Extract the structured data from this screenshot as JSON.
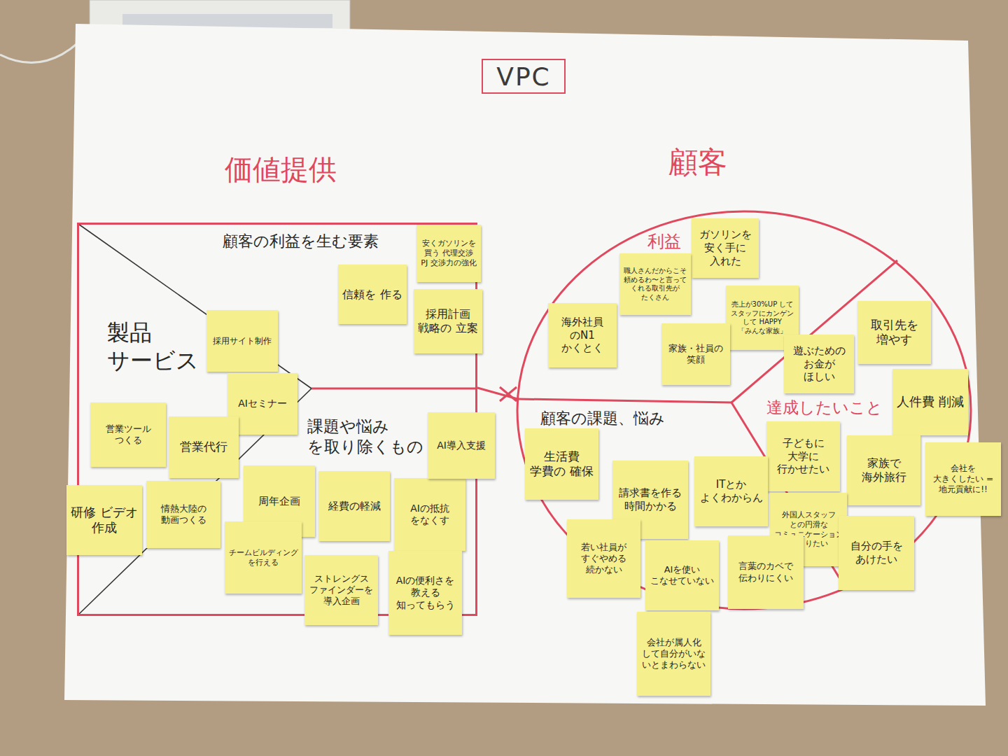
{
  "diagram": {
    "title": "VPC",
    "nodes": [
      {
        "text": [
          "価値提供"
        ]
      },
      {
        "text": [
          "顧客の利益を生む要素"
        ],
        "in": 0
      },
      {
        "text": [
          "製品 サービス"
        ],
        "in": 0
      },
      {
        "text": [
          "課題や悩み を取り除くもの"
        ],
        "in": 0
      },
      {
        "text": [
          "安くガソリンを 買う 代理交渉 PJ 交渉力の強化"
        ],
        "in": 1
      },
      {
        "text": [
          "信頼を 作る"
        ],
        "in": 1
      },
      {
        "text": [
          "採用計画 戦略の 立案"
        ],
        "in": 1
      },
      {
        "text": [
          "採用サイト制作"
        ],
        "in": 2
      },
      {
        "text": [
          "AIセミナー"
        ],
        "in": 2
      },
      {
        "text": [
          "営業ツール つくる"
        ],
        "in": 2
      },
      {
        "text": [
          "営業代行"
        ],
        "in": 2
      },
      {
        "text": [
          "研修 ビデオ 作成"
        ],
        "in": 2
      },
      {
        "text": [
          "情熱大陸の 動画つくる"
        ],
        "in": 2
      },
      {
        "text": [
          "周年企画"
        ],
        "in": 3
      },
      {
        "text": [
          "経費の軽減"
        ],
        "in": 3
      },
      {
        "text": [
          "AIの抵抗 をなくす"
        ],
        "in": 3
      },
      {
        "text": [
          "AI導入支援"
        ],
        "in": 3
      },
      {
        "text": [
          "チームビルディング を行える"
        ],
        "in": 3
      },
      {
        "text": [
          "ストレングス ファインダーを 導入企画"
        ],
        "in": 3
      },
      {
        "text": [
          "AIの便利さを 教える 知ってもらう"
        ],
        "in": 3
      },
      {
        "text": [
          "顧客"
        ]
      },
      {
        "text": [
          "利益"
        ],
        "in": 20
      },
      {
        "text": [
          "達成したいこと"
        ],
        "in": 20
      },
      {
        "text": [
          "顧客の課題、悩み"
        ],
        "in": 20
      },
      {
        "text": [
          "ガソリンを 安く手に 入れた"
        ],
        "in": 21
      },
      {
        "text": [
          "職人さんだからこそ 頼めるわ〜と言って くれる取引先が たくさん"
        ],
        "in": 21
      },
      {
        "text": [
          "海外社員 のN1 かくとく"
        ],
        "in": 21
      },
      {
        "text": [
          "売上が30%UP して スタッフにカンゲン して HAPPY 「みんな家族」"
        ],
        "in": 21
      },
      {
        "text": [
          "家族・社員の 笑顔"
        ],
        "in": 21
      },
      {
        "text": [
          "取引先を 増やす"
        ],
        "in": 22
      },
      {
        "text": [
          "遊ぶための お金が ほしい"
        ],
        "in": 22
      },
      {
        "text": [
          "人件費 削減"
        ],
        "in": 22
      },
      {
        "text": [
          "子どもに 大学に 行かせたい"
        ],
        "in": 22
      },
      {
        "text": [
          "家族で 海外旅行"
        ],
        "in": 22
      },
      {
        "text": [
          "会社を 大きくしたい =地元貢献に!!"
        ],
        "in": 22
      },
      {
        "text": [
          "外国人スタッフ との円滑な コミュニケーション つくりたい"
        ],
        "in": 22
      },
      {
        "text": [
          "自分の手を あけたい"
        ],
        "in": 22
      },
      {
        "text": [
          "生活費 学費の 確保"
        ],
        "in": 23
      },
      {
        "text": [
          "請求書を作る 時間かかる"
        ],
        "in": 23
      },
      {
        "text": [
          "ITとか よくわからん"
        ],
        "in": 23
      },
      {
        "text": [
          "若い社員が すぐやめる 続かない"
        ],
        "in": 23
      },
      {
        "text": [
          "AIを使い こなせていない"
        ],
        "in": 23
      },
      {
        "text": [
          "言葉のカベで 伝わりにくい"
        ],
        "in": 23
      },
      {
        "text": [
          "会社が属人化 して自分がいな いとまわらない"
        ],
        "in": 23
      }
    ],
    "edges": [
      {
        "from": 0,
        "to": 20,
        "arrow": "none"
      }
    ]
  }
}
